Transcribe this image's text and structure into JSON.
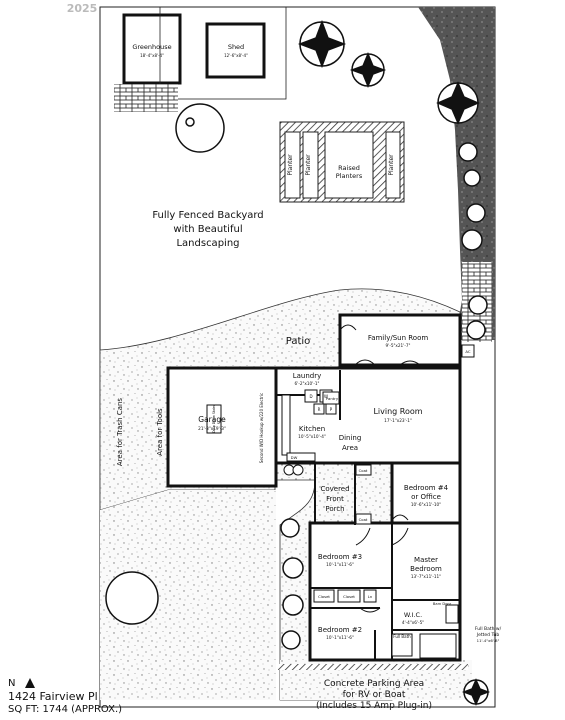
{
  "watermark": "2025",
  "structures": {
    "greenhouse": {
      "name": "Greenhouse",
      "size": "18'-4\"x8'-4\""
    },
    "shed": {
      "name": "Shed",
      "size": "12'-6\"x8'-4\""
    }
  },
  "planters": {
    "planter_1": "Planter",
    "planter_2": "Planter",
    "raised_line1": "Raised",
    "raised_line2": "Planters",
    "planter_3": "Planter"
  },
  "backyard": {
    "line1": "Fully Fenced Backyard",
    "line2": "with Beautiful",
    "line3": "Landscaping"
  },
  "patio": "Patio",
  "side_areas": {
    "trash": "Area for Trash Cans",
    "tools": "Area for Tools"
  },
  "rooms": {
    "family": {
      "name": "Family/Sun Room",
      "size": "9'-5\"x21'-7\""
    },
    "laundry": {
      "name": "Laundry",
      "size": "6'-2\"x10'-1\""
    },
    "garage": {
      "name": "Garage",
      "size": "21'-3\"x19'-3\""
    },
    "dropdown": "Drop Down Stairs",
    "hookup": "Second W/D Hookup w/220 Electric",
    "kitchen": {
      "name": "Kitchen",
      "size": "10'-5\"x10'-4\""
    },
    "dining": {
      "line1": "Dining",
      "line2": "Area"
    },
    "living": {
      "name": "Living Room",
      "size": "17'-1\"x23'-1\""
    },
    "bedroom4": {
      "line1": "Bedroom #4",
      "line2": "or Office",
      "size": "10'-6\"x11'-10\""
    },
    "porch": {
      "line1": "Covered",
      "line2": "Front",
      "line3": "Porch"
    },
    "bedroom3": {
      "name": "Bedroom #3",
      "size": "10'-1\"x11'-6\""
    },
    "master": {
      "line1": "Master",
      "line2": "Bedroom",
      "size": "13'-7\"x11'-11\""
    },
    "wic": {
      "name": "W.I.C.",
      "size": "4'-4\"x6'-5\""
    },
    "bedroom2": {
      "name": "Bedroom #2",
      "size": "10'-1\"x11'-6\""
    },
    "fullbath": "Full Bath",
    "fullbath_jetted": {
      "line1": "Full Bath w/",
      "line2": "Jetted Tub",
      "size": "11'-4\"x6'-8\""
    }
  },
  "fixtures": {
    "pantry": "Pantry",
    "d": "D",
    "w": "W",
    "r": "R",
    "p": "P",
    "dw": "DW",
    "coat1": "Coat",
    "coat2": "Coat",
    "closet1": "Closet",
    "closet2": "Closet",
    "ln": "Ln",
    "barn_door": "Barn Door",
    "ac": "AC"
  },
  "parking": {
    "line1": "Concrete Parking Area",
    "line2": "for RV or Boat",
    "line3": "(Includes 15 Amp Plug-in)"
  },
  "compass": "N",
  "address": "1424 Fairview Pl",
  "sqft": "SQ FT: 1744 (APPROX.)"
}
